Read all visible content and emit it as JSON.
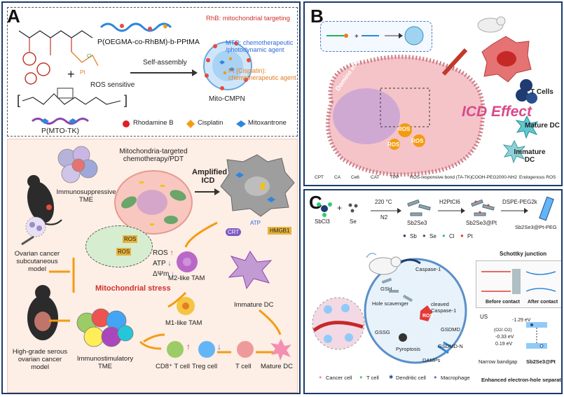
{
  "panelA": {
    "label": "A",
    "polymer1": "P(OEGMA-co-RhBM)-b-PPtMA",
    "polymer2": "P(MTO-TK)",
    "ros_sensitive": "ROS sensitive",
    "self_assembly": "Self-assembly",
    "nanoparticle": "Mito-CMPN",
    "anno_rhb": "RhB: mitochondrial targeting",
    "anno_mto": "MTO: chemotherapeutic /photodynamic agent",
    "anno_pt": "Pt (Cisplatin): chemotherapeutic agent",
    "legend": [
      "Rhodamine B",
      "Cisplatin",
      "Mitoxantrone"
    ],
    "lower": {
      "immunosuppressive": "Immunosuppressive TME",
      "mito_chemo": "Mitochondria-targeted chemotherapy/PDT",
      "amplified_icd": "Amplified ICD",
      "ovarian_model": "Ovarian cancer subcutaneous model",
      "hgs_model": "High-grade serous ovarian cancer model",
      "mito_stress": "Mitochondrial stress",
      "ros": "ROS",
      "atp": "ATP",
      "dpsi": "ΔΨm",
      "crt": "CRT",
      "atp_label": "ATP",
      "hmgb1": "HMGB1",
      "m2": "M2-like TAM",
      "m1": "M1-like TAM",
      "immature_dc": "Immature DC",
      "immunostim": "Immunostimulatory TME",
      "cd8": "CD8⁺ T cell",
      "treg": "Treg cell",
      "tcell": "T cell",
      "mature_dc": "Mature DC",
      "ros_small": "ROS"
    }
  },
  "panelB": {
    "label": "B",
    "icd_effect": "ICD Effect",
    "domino": "Domino effect",
    "t_cells": "T Cells",
    "mature_dc": "Mature DC",
    "immature_dc": "Immature DC",
    "ros": "ROS",
    "legend": [
      "CPT",
      "CA",
      "Ce6",
      "CAT",
      "TPP",
      "ROS-responsive bond (TA-TK)",
      "COOH-PEG2000-NH2",
      "Endogenous ROS"
    ]
  },
  "panelC": {
    "label": "C",
    "reagents": [
      "SbCl3",
      "Se"
    ],
    "cond1": "220 °C",
    "cond1b": "N2",
    "prod1": "Sb2Se3",
    "reagent2": "H2PtCl6",
    "prod2": "Sb2Se3@Pt",
    "reagent3": "DSPE-PEG2k",
    "prod3": "Sb2Se3@Pt-PEG",
    "elements": [
      "Sb",
      "Se",
      "Cl",
      "Pt"
    ],
    "schottky": "Schottky junction",
    "before": "Before contact",
    "after": "After contact",
    "pathway": [
      "GSH",
      "Caspase-1",
      "Hole scavenger",
      "cleaved Caspase-1",
      "GSSG",
      "Pyroptosis",
      "GSDMD",
      "GSDMD-N",
      "DAMPs",
      "ROS"
    ],
    "bandgap": "Narrow bandgap",
    "ev1": "-1.29 eV",
    "ev2": "-0.33 eV",
    "ev3": "0.19 eV",
    "o2": "(O2/·O2)",
    "us": "US",
    "prod_label": "Sb2Se3@Pt",
    "separation": "Enhanced electron-hole separation",
    "legend": [
      "Cancer cell",
      "T cell",
      "Dendritic cell",
      "Macrophage"
    ]
  }
}
